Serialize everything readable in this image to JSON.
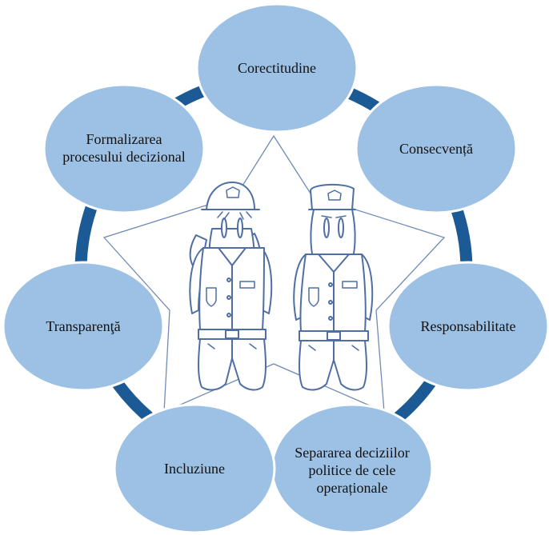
{
  "colors": {
    "ring": "#1b5a94",
    "bubble_fill": "#9dc1e4",
    "bubble_stroke": "#ffffff",
    "line": "#5b7aa8"
  },
  "principles": [
    {
      "id": "corectitudine",
      "lines": [
        "Corectitudine"
      ]
    },
    {
      "id": "consecventa",
      "lines": [
        "Consecvență"
      ]
    },
    {
      "id": "responsabilitate",
      "lines": [
        "Responsabilitate"
      ]
    },
    {
      "id": "separarea",
      "lines": [
        "Separarea deciziilor",
        "politice de cele",
        "operaționale"
      ]
    },
    {
      "id": "incluziune",
      "lines": [
        "Incluziune"
      ]
    },
    {
      "id": "transparenta",
      "lines": [
        "Transparenţă"
      ]
    },
    {
      "id": "formalizarea",
      "lines": [
        "Formalizarea",
        "procesului decizional"
      ]
    }
  ],
  "figures": [
    "police-officer-female",
    "police-officer-male"
  ]
}
